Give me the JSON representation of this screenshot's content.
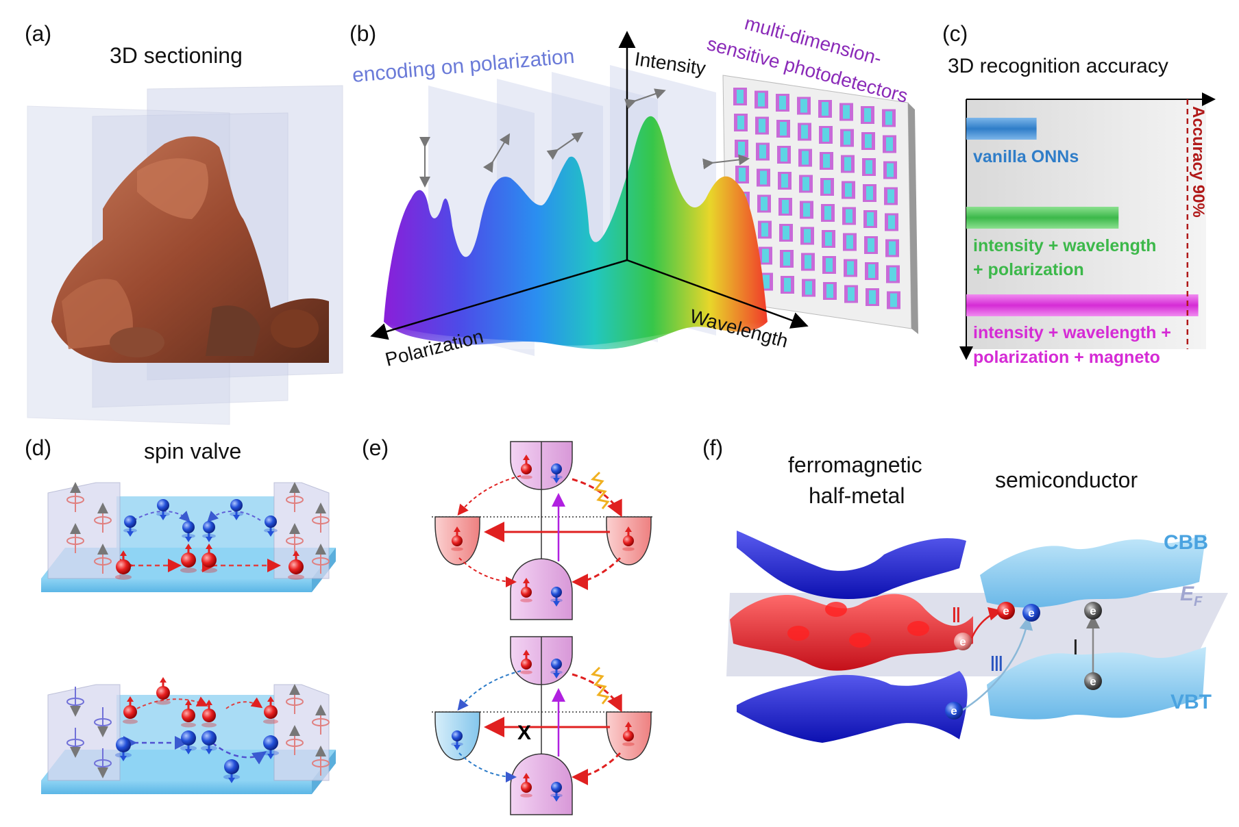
{
  "panels": {
    "a": {
      "label": "(a)",
      "title": "3D sectioning"
    },
    "b": {
      "label": "(b)",
      "encoding_text": "encoding on polarization",
      "detector_line1": "multi-dimension-",
      "detector_line2": "sensitive photodetectors",
      "axis_intensity": "Intensity",
      "axis_polarization": "Polarization",
      "axis_wavelength": "Wavelength"
    },
    "c": {
      "label": "(c)",
      "title": "3D recognition accuracy",
      "threshold_label": "Accuracy 90%",
      "bar1_label": "vanilla ONNs",
      "bar2_label_line1": "intensity + wavelength",
      "bar2_label_line2": "+ polarization",
      "bar3_label_line1": "intensity + wavelength +",
      "bar3_label_line2": "polarization + magneto"
    },
    "d": {
      "label": "(d)",
      "title": "spin valve"
    },
    "e": {
      "label": "(e)",
      "blocked_mark": "X"
    },
    "f": {
      "label": "(f)",
      "title_left_line1": "ferromagnetic",
      "title_left_line2": "half-metal",
      "title_right": "semiconductor",
      "cbb": "CBB",
      "ef": "E",
      "ef_sub": "F",
      "vbt": "VBT",
      "path1": "Ⅰ",
      "path2": "Ⅱ",
      "path3": "Ⅲ",
      "electron": "e"
    }
  },
  "chart_data": {
    "type": "bar",
    "title": "3D recognition accuracy",
    "categories": [
      "vanilla ONNs",
      "intensity + wavelength + polarization",
      "intensity + wavelength + polarization + magneto"
    ],
    "values": [
      30,
      65,
      99
    ],
    "threshold": {
      "label": "Accuracy 90%",
      "value": 90
    },
    "colors": [
      "#2f7dc8",
      "#3cb84a",
      "#d52bd5"
    ]
  },
  "colors": {
    "plane": "#cdd3ea",
    "rock": "#a9553a",
    "spin_up": "#e02020",
    "spin_down": "#1f4fd0",
    "substrate": "#6fc4ee",
    "band_purple": "#e6b2e6",
    "band_red": "#f08a8a",
    "band_blue": "#8ccbee",
    "ferro_blue": "#1f22d8",
    "ferro_red": "#e0202a",
    "semi_blue": "#8fd0f2",
    "label_blue": "#4aa3e0"
  }
}
